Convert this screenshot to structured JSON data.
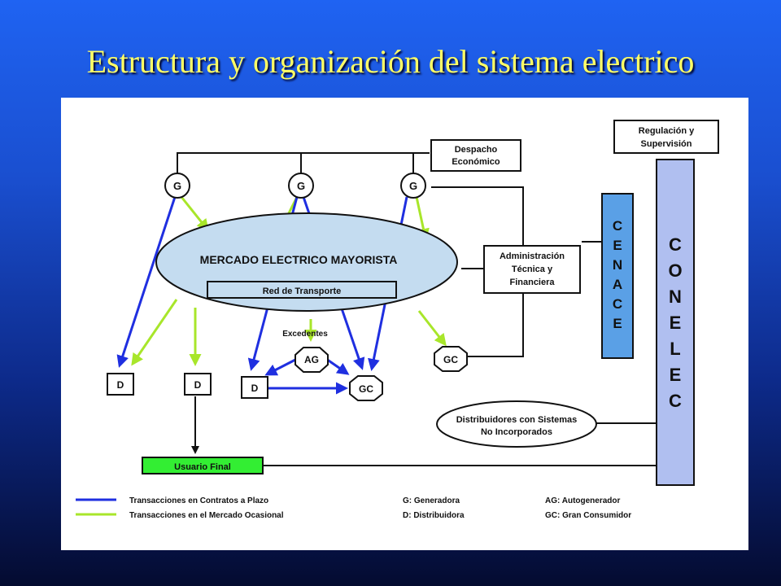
{
  "title": "Estructura y organización del sistema electrico",
  "diagram": {
    "generator_label": "G",
    "distributor_label": "D",
    "large_consumer_label": "GC",
    "autogenerator_label": "AG",
    "despacho_line1": "Despacho",
    "despacho_line2": "Económico",
    "regulacion_line1": "Regulación y",
    "regulacion_line2": "Supervisión",
    "administracion_line1": "Administración",
    "administracion_line2": "Técnica y",
    "administracion_line3": "Financiera",
    "mercado": "MERCADO ELECTRICO MAYORISTA",
    "red_transporte": "Red de Transporte",
    "excedentes": "Excedentes",
    "distribuidores_line1": "Distribuidores con Sistemas",
    "distribuidores_line2": "No Incorporados",
    "usuario_final": "Usuario Final",
    "cenace": [
      "C",
      "E",
      "N",
      "A",
      "C",
      "E"
    ],
    "conelec": [
      "C",
      "O",
      "N",
      "E",
      "L",
      "E",
      "C"
    ]
  },
  "legend": {
    "blue_label": "Transacciones en Contratos a Plazo",
    "green_label": "Transacciones en el Mercado Ocasional",
    "g_def": "G: Generadora",
    "d_def": "D: Distribuidora",
    "ag_def": "AG: Autogenerador",
    "gc_def": "GC: Gran Consumidor"
  },
  "colors": {
    "blue": "#1f2fe0",
    "green": "#a8e62a",
    "usuario_fill": "#33ee33",
    "ellipse_fill": "#c4dcf0",
    "cenace_fill": "#5aa0e6",
    "conelec_fill": "#b0bff0"
  }
}
